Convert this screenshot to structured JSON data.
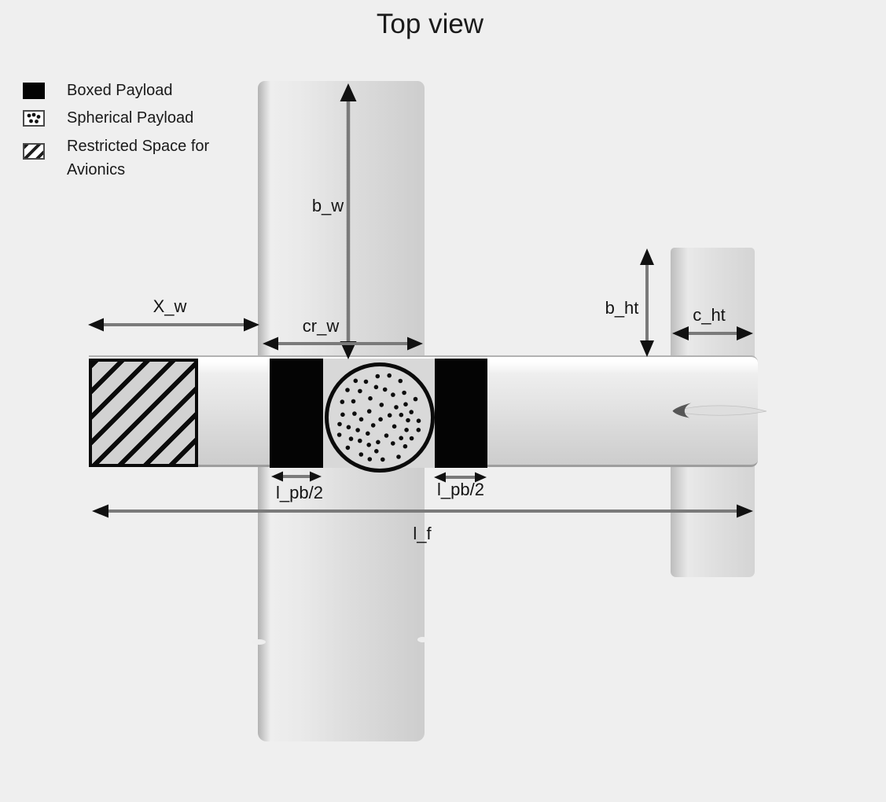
{
  "title": "Top view",
  "legend": {
    "items": [
      {
        "swatch": "boxed-payload-swatch",
        "label": "Boxed Payload"
      },
      {
        "swatch": "spherical-payload-swatch",
        "label": "Spherical Payload"
      },
      {
        "swatch": "avionics-hatch-swatch",
        "label": "Restricted Space for Avionics"
      }
    ]
  },
  "dimension_labels": {
    "wing_span": "b_w",
    "wing_root_chord": "cr_w",
    "wing_position": "X_w",
    "htail_span": "b_ht",
    "htail_chord": "c_ht",
    "payload_half_left": "l_pb/2",
    "payload_half_right": "l_pb/2",
    "fuselage_length": "l_f"
  },
  "colors": {
    "background": "#efefef",
    "arrow_shaft": "#7a7a7a",
    "arrow_head": "#111111",
    "payload_box": "#040404",
    "outline_black": "#0b0b0b"
  }
}
